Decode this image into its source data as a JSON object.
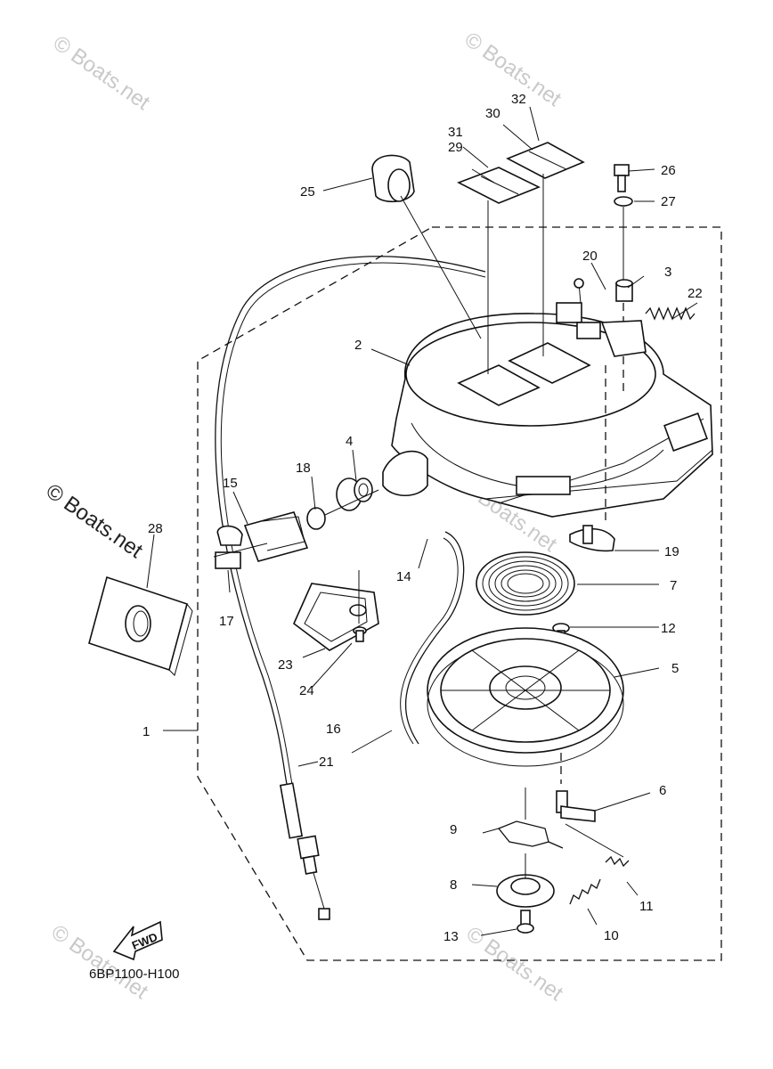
{
  "diagram": {
    "callouts": {
      "c1": "1",
      "c2": "2",
      "c3": "3",
      "c4": "4",
      "c5": "5",
      "c6": "6",
      "c7": "7",
      "c8": "8",
      "c9": "9",
      "c10": "10",
      "c11": "11",
      "c12": "12",
      "c13": "13",
      "c14": "14",
      "c15": "15",
      "c16": "16",
      "c17": "17",
      "c18": "18",
      "c19": "19",
      "c20": "20",
      "c21": "21",
      "c22": "22",
      "c23": "23",
      "c24": "24",
      "c25": "25",
      "c26": "26",
      "c27": "27",
      "c28": "28",
      "c29": "29",
      "c30": "30",
      "c31": "31",
      "c32": "32"
    },
    "fwd_label": "FWD",
    "drawing_code": "6BP1100-H100"
  },
  "watermarks": {
    "main": "© Boats.net",
    "faint": "© Boats.net"
  }
}
